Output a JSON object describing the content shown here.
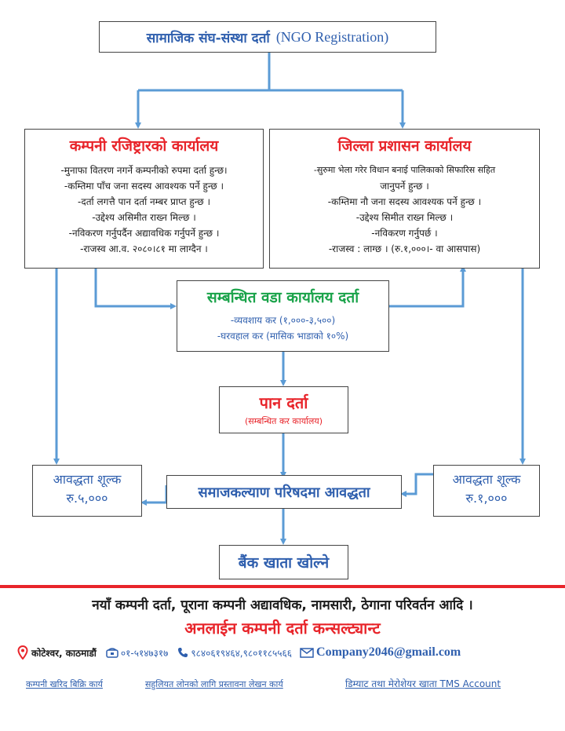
{
  "top": {
    "title_np": "सामाजिक संघ-संस्था दर्ता",
    "title_en": "(NGO Registration)"
  },
  "left_box": {
    "title": "कम्पनी रजिष्ट्रारको कार्यालय",
    "lines": [
      "-मुनाफा वितरण नगर्ने कम्पनीको रुपमा दर्ता हुन्छ।",
      "-कम्तिमा पाँच जना सदस्य आवश्यक पर्ने हुन्छ ।",
      "-दर्ता लगत्तै पान दर्ता नम्बर प्राप्त हुन्छ ।",
      "-उद्देश्य असिमीत राख्न मिल्छ ।",
      "-नविकरण गर्नुपर्दैन अद्यावधिक गर्नुपर्ने हुन्छ ।",
      "-राजस्व आ.व. २०८०।८१ मा लाग्दैन ।"
    ]
  },
  "right_box": {
    "title": "जिल्ला प्रशासन कार्यालय",
    "lines": [
      "-सुरुमा भेला गरेर विधान बनाई पालिकाको सिफारिस सहित",
      "जानुपर्ने हुन्छ ।",
      "-कम्तिमा नौ जना सदस्य आवश्यक पर्ने हुन्छ ।",
      "-उद्देश्य सिमीत राख्न मिल्छ ।",
      "-नविकरण गर्नुपर्छ ।",
      "-राजस्व : लाग्छ । (रु.१,०००।- वा आसपास)"
    ]
  },
  "ward_box": {
    "title": "सम्बन्धित वडा कार्यालय दर्ता",
    "lines": [
      "-व्यवशाय कर (१,०००-३,५००)",
      "-घरवहाल कर (मासिक भाडाको १०%)"
    ]
  },
  "pan_box": {
    "title": "पान दर्ता",
    "sub": "(सम्बन्धित कर कार्यालय)"
  },
  "fee_left": {
    "title": "आवद्धता शूल्क",
    "amount": "रु.५,०००"
  },
  "fee_right": {
    "title": "आवद्धता शूल्क",
    "amount": "रु.१,०००"
  },
  "swc_box": {
    "title": "समाजकल्याण परिषदमा आवद्धता"
  },
  "bank_box": {
    "title": "बैंक खाता खोल्ने"
  },
  "footer": {
    "headline": "नयाँ कम्पनी दर्ता, पूराना कम्पनी अद्यावधिक, नामसारी, ठेगाना परिवर्तन आदि ।",
    "brand": "अनलाईन कम्पनी दर्ता कन्सल्ट्यान्ट",
    "address": "कोटेश्वर, काठमाडौं",
    "phone": "०१-५१४७३१७",
    "mobile": "९८४०६१९४६४,९८०११८५५६६",
    "email": "Company2046@gmail.com",
    "links": [
      "कम्पनी खरिद बिक्रि कार्य",
      "सहुलियत लोनको लागि प्रस्तावना लेखन कार्य",
      "डिम्याट तथा मेरोशेयर खाता TMS Account"
    ]
  },
  "colors": {
    "red": "#e8242a",
    "blue": "#2f5fae",
    "green": "#1aa34a",
    "arrow": "#5b9bd5"
  }
}
